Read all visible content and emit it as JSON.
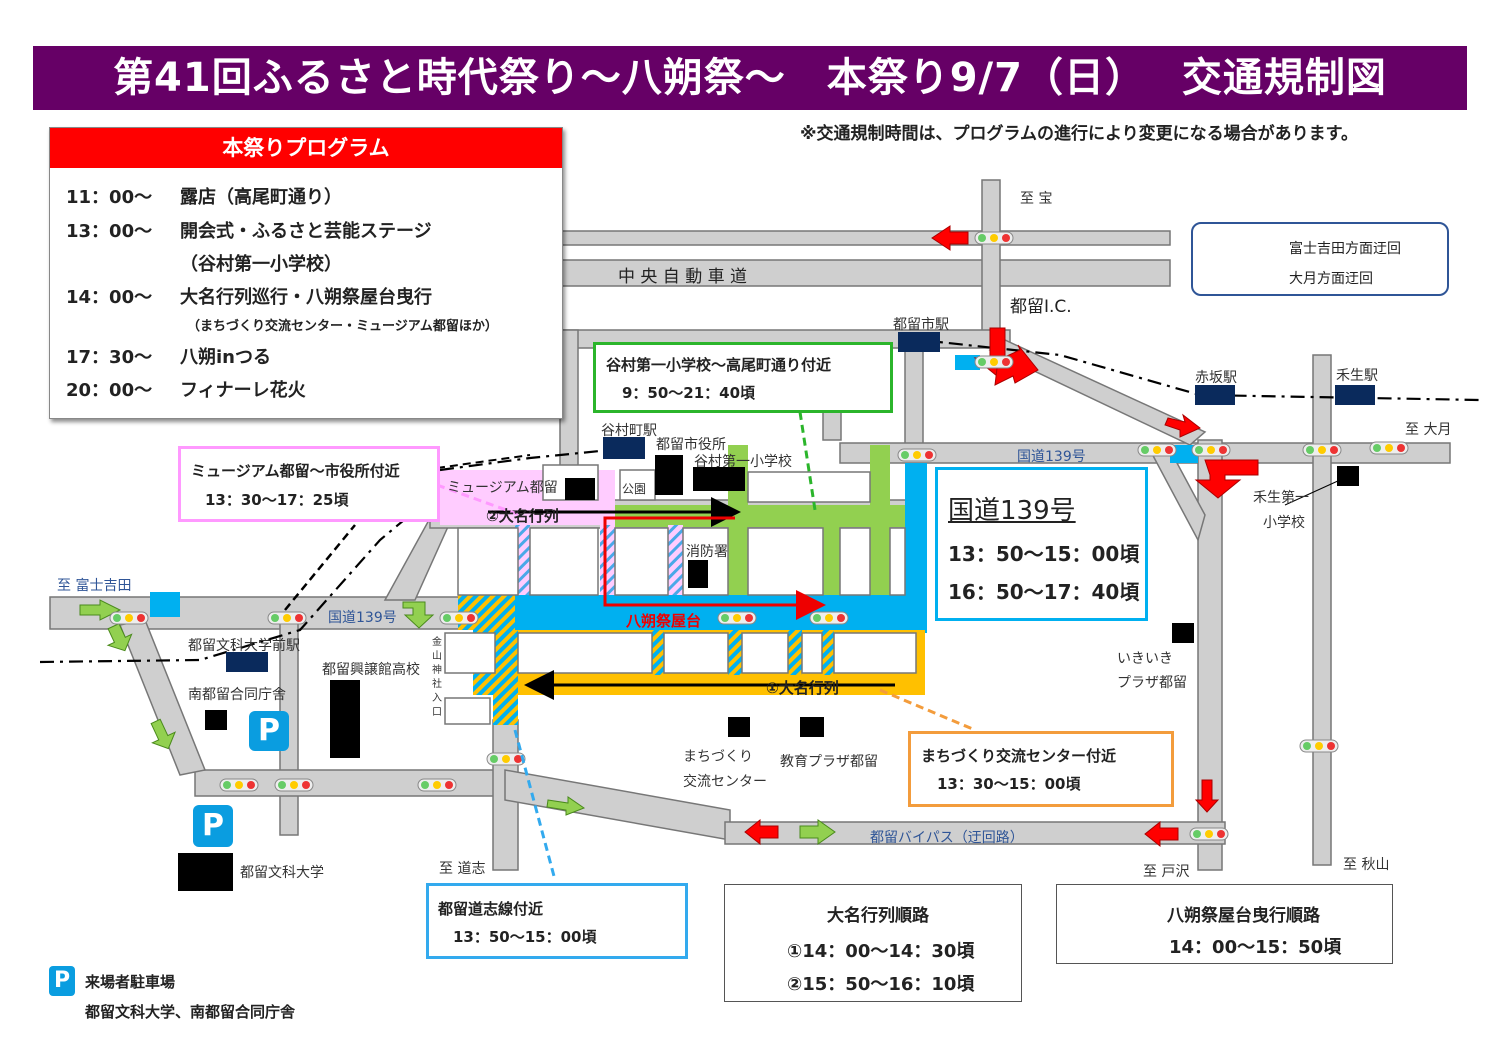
{
  "title": "第41回ふるさと時代祭り〜八朔祭〜　本祭り9/7（日）　 交通規制図",
  "note": "※交通規制時間は、プログラムの進行により変更になる場合があります。",
  "program": {
    "heading": "本祭りプログラム",
    "items": [
      {
        "time": "11：00〜",
        "desc": "露店（高尾町通り）"
      },
      {
        "time": "13：00〜",
        "desc": "開会式・ふるさと芸能ステージ"
      },
      {
        "time": "",
        "desc": "（谷村第一小学校）"
      },
      {
        "time": "14：00〜",
        "desc": "大名行列巡行・八朔祭屋台曳行"
      },
      {
        "time": "",
        "desc": "（まちづくり交流センター・ミュージアム都留ほか）"
      },
      {
        "time": "17：30〜",
        "desc": "八朔inつる"
      },
      {
        "time": "20：00〜",
        "desc": "フィナーレ花火"
      }
    ]
  },
  "legend_detour": {
    "red": "富士吉田方面迂回",
    "green": "大月方面迂回"
  },
  "zones": {
    "tanimura": {
      "title": "谷村第一小学校〜高尾町通り付近",
      "time": "9：50〜21：40頃"
    },
    "museum": {
      "title": "ミュージアム都留〜市役所付近",
      "time": "13：30〜17：25頃"
    },
    "route139": {
      "title": "国道139号",
      "time1": "13：50〜15：00頃",
      "time2": "16：50〜17：40頃"
    },
    "machizukuri": {
      "title": "まちづくり交流センター付近",
      "time": "13：30〜15：00頃"
    },
    "michishi": {
      "title": "都留道志線付近",
      "time": "13：50〜15：00頃"
    }
  },
  "legend_daimyo": {
    "title": "大名行列順路",
    "time1": "①14：00〜14：30頃",
    "time2": "②15：50〜16：10頃"
  },
  "legend_yatai": {
    "title": "八朔祭屋台曳行順路",
    "time": "14：00〜15：50頃"
  },
  "parking": {
    "icon": "P",
    "title": "来場者駐車場",
    "places": "都留文科大学、南都留合同庁舎"
  },
  "labels": {
    "to_takara": "至 宝",
    "expressway": "中 央 自 動 車 道",
    "tsuru_ic": "都留I.C.",
    "tsurushi_sta": "都留市駅",
    "akasaka_sta": "赤坂駅",
    "kasei_sta": "禾生駅",
    "to_otsuki": "至 大月",
    "route139_east": "国道139号",
    "route139_west": "国道139号",
    "kasei_school": "禾生第一",
    "kasei_school2": "小学校",
    "tanimura_sta": "谷村町駅",
    "city_hall": "都留市役所",
    "tanimura_school": "谷村第一小学校",
    "museum": "ミュージアム都留",
    "park": "公園",
    "daimyo2": "②大名行列",
    "fire": "消防署",
    "to_fujiyoshida": "至 富士吉田",
    "bunka_mae_sta": "都留文科大学前駅",
    "kokan_hs": "都留興譲館高校",
    "minami_office": "南都留合同庁舎",
    "yatai": "八朔祭屋台",
    "daimyo1": "①大名行列",
    "kanayama": "金山神社入口",
    "ikiiki1": "いきいき",
    "ikiiki2": "プラザ都留",
    "machi1": "まちづくり",
    "machi2": "交流センター",
    "kyoiku": "教育プラザ都留",
    "bypass": "都留バイパス（迂回路）",
    "to_doshi": "至 道志",
    "to_tozawa": "至 戸沢",
    "to_akiyama": "至 秋山",
    "bunka_univ": "都留文科大学",
    "parking_p": "P"
  },
  "colors": {
    "title_bg": "#660066",
    "program_head": "#ff0000",
    "route139": "#00b0f0",
    "green_zone": "#92d050",
    "museum_zone": "#ffccff",
    "orange_zone": "#ffc000",
    "road": "#c8c8c8"
  }
}
